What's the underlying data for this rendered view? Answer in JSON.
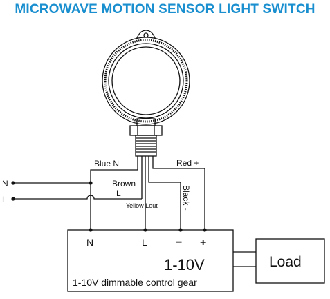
{
  "title": "MICROWAVE MOTION SENSOR LIGHT SWITCH",
  "colors": {
    "title": "#1a8fcf",
    "line": "#111111"
  },
  "wires": {
    "blue_n": "Blue N",
    "brown": "Brown",
    "brown_l": "L",
    "yellow": "Yellow Lout",
    "red": "Red +",
    "black": "Black -"
  },
  "supply": {
    "n": "N",
    "l": "L"
  },
  "control_gear": {
    "terminals": {
      "n": "N",
      "l": "L",
      "minus": "−",
      "plus": "+"
    },
    "voltage": "1-10V",
    "caption": "1-10V dimmable control gear"
  },
  "load_label": "Load"
}
